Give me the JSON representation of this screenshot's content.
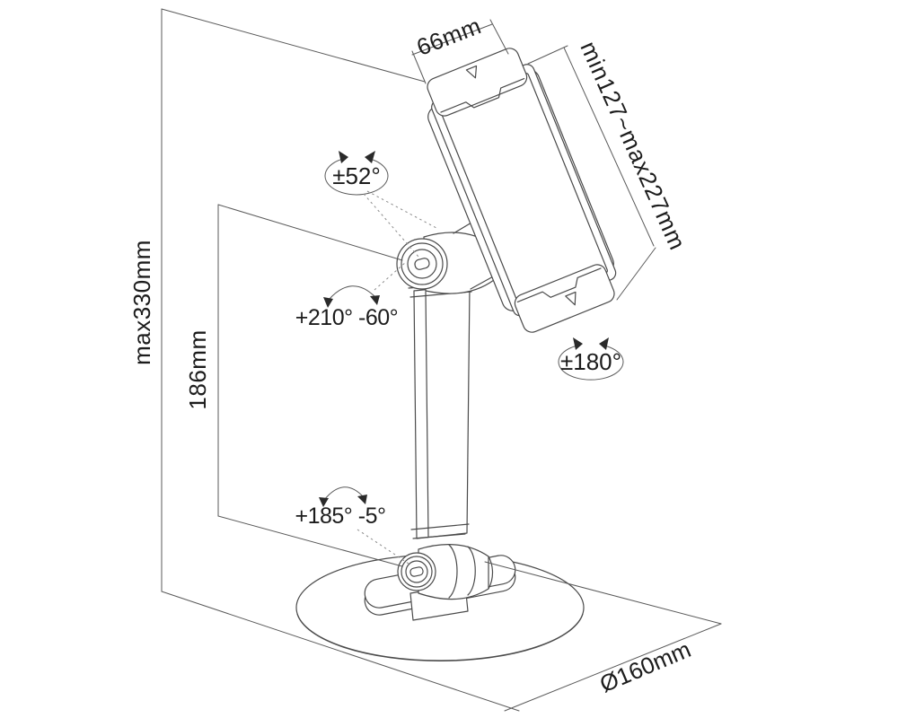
{
  "drawing": {
    "title": "tablet-stand-dimension-drawing",
    "line_color": "#4a4a4a",
    "background": "#ffffff",
    "labels": {
      "top_width": "66mm",
      "holder_range": "min127~max227mm",
      "tilt_angle": "±52°",
      "arm_rotation": "+210° -60°",
      "max_height": "max330mm",
      "pole_height": "186mm",
      "holder_spin": "±180°",
      "base_rotation": "+185° -5°",
      "base_diameter": "Ø160mm"
    }
  }
}
